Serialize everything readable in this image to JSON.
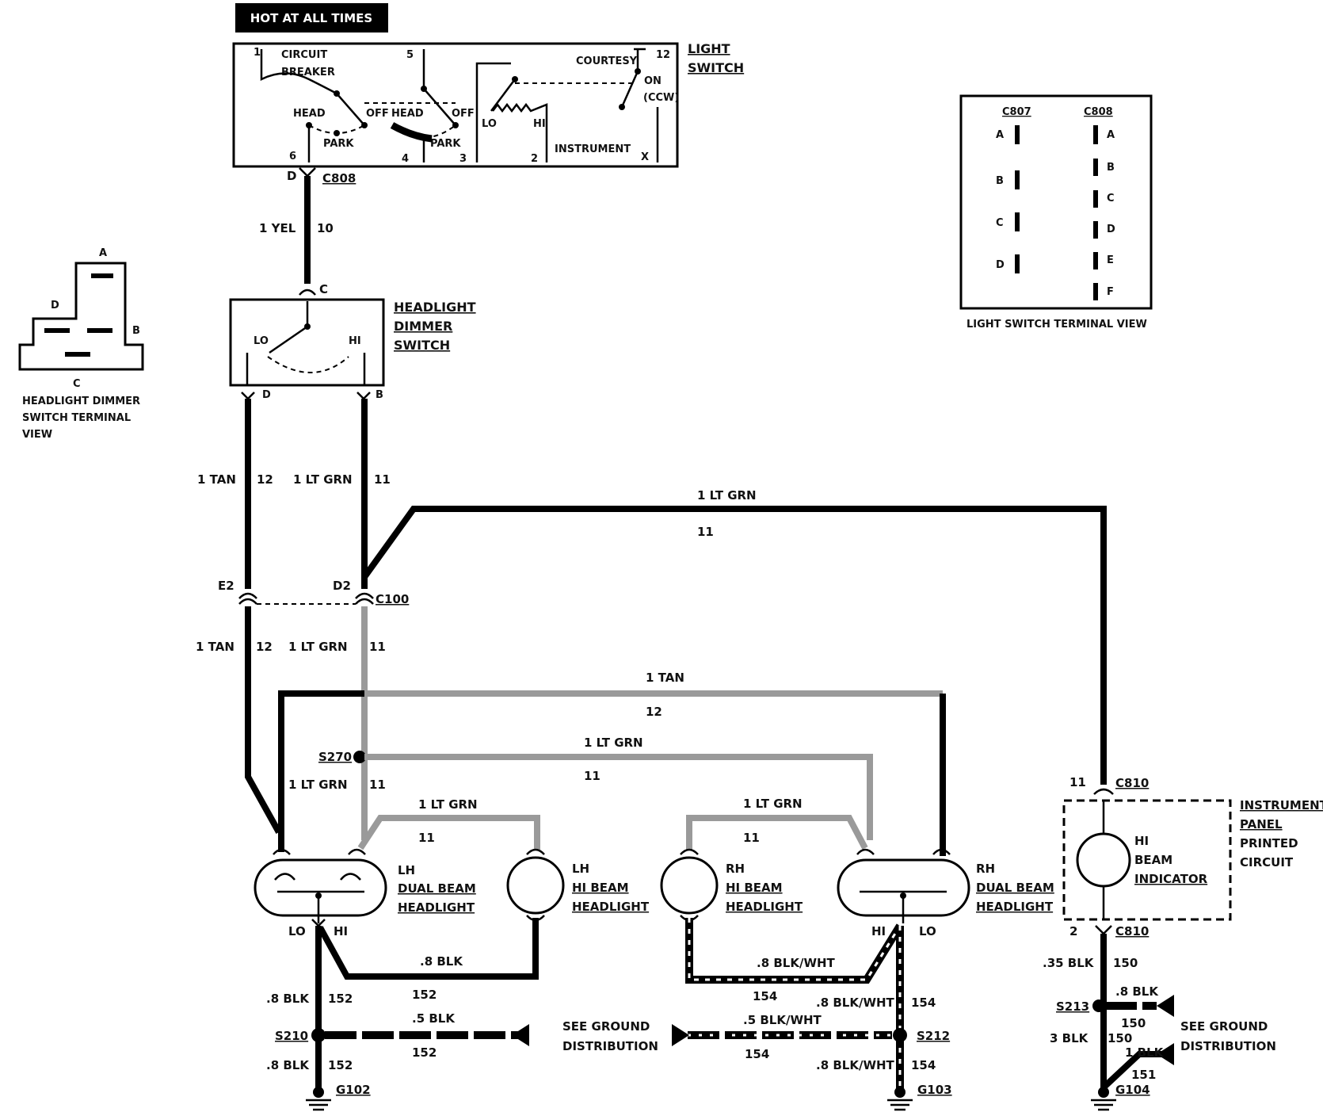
{
  "hot_label": "HOT AT ALL TIMES",
  "light_switch": {
    "title1": "LIGHT",
    "title2": "SWITCH",
    "circuit1": "CIRCUIT",
    "circuit2": "BREAKER",
    "courtesy": "COURTESY",
    "on": "ON",
    "ccw": "(CCW)",
    "head1": "HEAD",
    "off1": "OFF",
    "head2": "HEAD",
    "off2": "OFF",
    "park1": "PARK",
    "park2": "PARK",
    "lo": "LO",
    "hi": "HI",
    "instrument": "INSTRUMENT",
    "pins": [
      "1",
      "5",
      "12",
      "6",
      "4",
      "3",
      "2",
      "X"
    ]
  },
  "c808_top": {
    "pin": "D",
    "name": "C808"
  },
  "wire_yel": {
    "label": "1 YEL",
    "num": "10"
  },
  "dimmer": {
    "pin_c": "C",
    "t1": "HEADLIGHT",
    "t2": "DIMMER",
    "t3": "SWITCH",
    "lo": "LO",
    "hi": "HI",
    "pin_d": "D",
    "pin_b": "B"
  },
  "dimmer_view": {
    "a": "A",
    "b": "B",
    "c": "C",
    "d": "D",
    "cap1": "HEADLIGHT DIMMER",
    "cap2": "SWITCH TERMINAL",
    "cap3": "VIEW"
  },
  "terminal_view": {
    "c807": "C807",
    "c808": "C808",
    "left_pins": [
      "A",
      "B",
      "C",
      "D"
    ],
    "right_pins": [
      "A",
      "B",
      "C",
      "D",
      "E",
      "F"
    ],
    "caption": "LIGHT SWITCH TERMINAL VIEW"
  },
  "wires": {
    "tan_a": "1 TAN",
    "tan_a_n": "12",
    "grn_a": "1 LT GRN",
    "grn_a_n": "11",
    "top_grn": "1 LT GRN",
    "top_grn_n": "11",
    "e2": "E2",
    "d2": "D2",
    "c100": "C100",
    "tan_b": "1 TAN",
    "tan_b_n": "12",
    "grn_b": "1 LT GRN",
    "grn_b_n": "11",
    "tan_c": "1 TAN",
    "tan_c_n": "12",
    "s270": "S270",
    "grn_c": "1 LT GRN",
    "grn_c_n": "11",
    "grn_d": "1 LT GRN",
    "grn_d_n": "11",
    "grn_e": "1 LT GRN",
    "grn_e_n": "11",
    "grn_f": "1 LT GRN",
    "grn_f_n": "11"
  },
  "headlights": {
    "lh_dual": [
      "LH",
      "DUAL BEAM",
      "HEADLIGHT"
    ],
    "lh_hi": [
      "LH",
      "HI BEAM",
      "HEADLIGHT"
    ],
    "rh_hi": [
      "RH",
      "HI BEAM",
      "HEADLIGHT"
    ],
    "rh_dual": [
      "RH",
      "DUAL BEAM",
      "HEADLIGHT"
    ],
    "lo1": "LO",
    "hi1": "HI",
    "hi2": "HI",
    "lo2": "LO"
  },
  "instrument": {
    "pin11": "11",
    "c810a": "C810",
    "hi": "HI",
    "beam": "BEAM",
    "indicator": "INDICATOR",
    "t1": "INSTRUMENT",
    "t2": "PANEL",
    "t3": "PRINTED",
    "t4": "CIRCUIT",
    "pin2": "2",
    "c810b": "C810"
  },
  "ground_left": {
    "blk8": ".8 BLK",
    "blk8_n": "152",
    "blk8a": ".8 BLK",
    "blk8a_n": "152",
    "s210": "S210",
    "blk5": ".5 BLK",
    "blk5_n": "152",
    "blk8b": ".8 BLK",
    "blk8b_n": "152",
    "g102": "G102",
    "see1": "SEE GROUND",
    "see2": "DISTRIBUTION"
  },
  "ground_mid": {
    "bw8": ".8 BLK/WHT",
    "bw8_n": "154",
    "bw8a": ".8 BLK/WHT",
    "bw8a_n": "154",
    "s212": "S212",
    "bw5": ".5 BLK/WHT",
    "bw5_n": "154",
    "bw8b": ".8 BLK/WHT",
    "bw8b_n": "154",
    "g103": "G103"
  },
  "ground_right": {
    "b35": ".35 BLK",
    "b35_n": "150",
    "b8": ".8 BLK",
    "b8_n": "150",
    "s213": "S213",
    "b3": "3 BLK",
    "b3_n": "150",
    "b1": "1 BLK",
    "b1_n": "151",
    "g104": "G104",
    "see1": "SEE GROUND",
    "see2": "DISTRIBUTION"
  }
}
